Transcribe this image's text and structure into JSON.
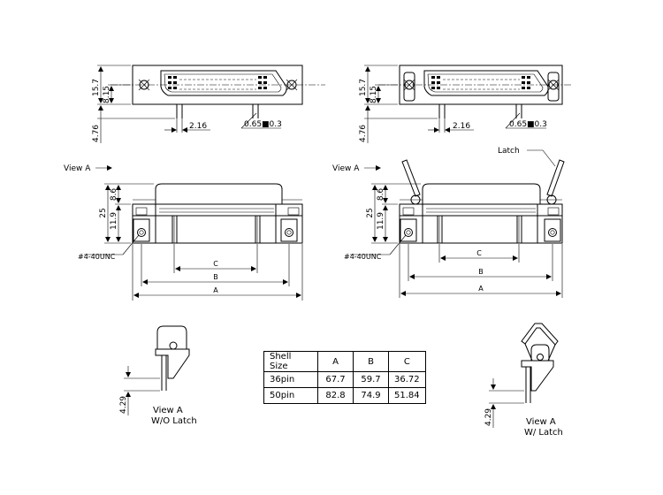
{
  "top_left": {
    "dim_height": "15.7",
    "dim_inner": "8.15",
    "dim_pin": "4.76",
    "dim_pitch": "2.16",
    "dim_pinsize": "0.65■0.3"
  },
  "top_right": {
    "dim_height": "15.7",
    "dim_inner": "8.15",
    "dim_pin": "4.76",
    "dim_pitch": "2.16",
    "dim_pinsize": "0.65■0.3"
  },
  "mid_left": {
    "view_label": "View A",
    "dim_total": "25",
    "dim_upper": "8.6",
    "dim_lower": "11.9",
    "screw_label": "#4-40UNC",
    "dim_c": "C",
    "dim_b": "B",
    "dim_a": "A"
  },
  "mid_right": {
    "view_label": "View A",
    "latch_label": "Latch",
    "dim_total": "25",
    "dim_upper": "8.6",
    "dim_lower": "11.9",
    "screw_label": "#4-40UNC",
    "dim_c": "C",
    "dim_b": "B",
    "dim_a": "A"
  },
  "side_left": {
    "dim": "4.29",
    "caption_line1": "View A",
    "caption_line2": "W/O Latch"
  },
  "side_right": {
    "dim": "4.29",
    "caption_line1": "View A",
    "caption_line2": "W/ Latch"
  },
  "spec_table": {
    "headers": [
      "Shell Size",
      "A",
      "B",
      "C"
    ],
    "rows": [
      [
        "36pin",
        "67.7",
        "59.7",
        "36.72"
      ],
      [
        "50pin",
        "82.8",
        "74.9",
        "51.84"
      ]
    ]
  }
}
